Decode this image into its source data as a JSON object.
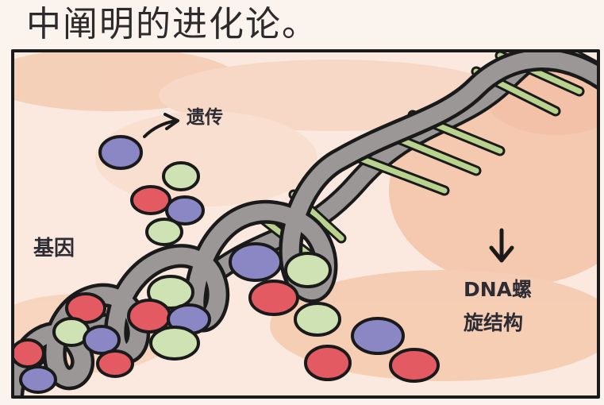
{
  "header": {
    "caption_line": "中阐明的进化论。"
  },
  "labels": {
    "heredity": "遗传",
    "gene": "基因",
    "dna_line1": "DNA螺",
    "dna_line2": "旋结构"
  },
  "colors": {
    "background_wash": "#f4c9ae",
    "helix_strand": "#9a9796",
    "rung_green": "#b9d38f",
    "bead_blue": "#8a87c4",
    "bead_red": "#e35a62",
    "bead_green": "#cfe2b4",
    "ink": "#1a1a1a"
  },
  "icons": [
    "arrow-right-icon",
    "arrow-down-icon"
  ]
}
